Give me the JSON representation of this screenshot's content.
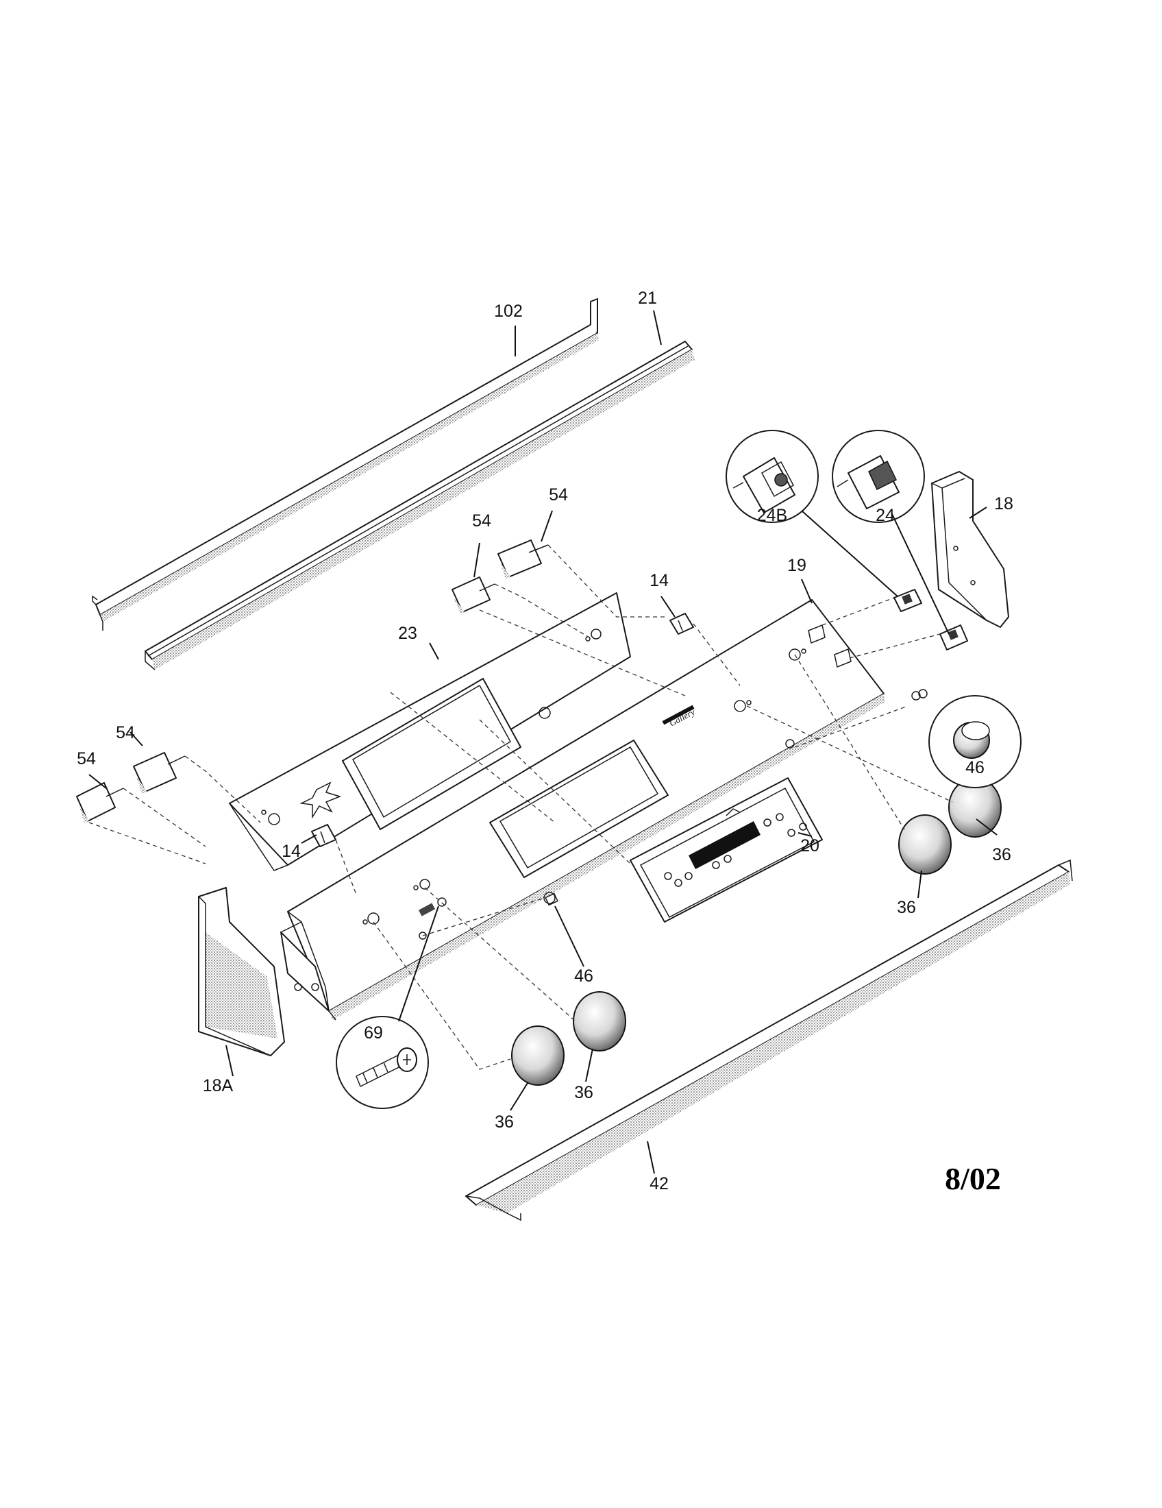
{
  "diagram": {
    "revision_date": "8/02",
    "brand_mark": "Gallery",
    "callouts": [
      {
        "id": "c-102",
        "text": "102"
      },
      {
        "id": "c-21",
        "text": "21"
      },
      {
        "id": "c-54a",
        "text": "54"
      },
      {
        "id": "c-54b",
        "text": "54"
      },
      {
        "id": "c-54c",
        "text": "54"
      },
      {
        "id": "c-54d",
        "text": "54"
      },
      {
        "id": "c-14a",
        "text": "14"
      },
      {
        "id": "c-14b",
        "text": "14"
      },
      {
        "id": "c-23",
        "text": "23"
      },
      {
        "id": "c-19",
        "text": "19"
      },
      {
        "id": "c-24B",
        "text": "24B"
      },
      {
        "id": "c-24",
        "text": "24"
      },
      {
        "id": "c-18",
        "text": "18"
      },
      {
        "id": "c-46a",
        "text": "46"
      },
      {
        "id": "c-46b",
        "text": "46"
      },
      {
        "id": "c-20",
        "text": "20"
      },
      {
        "id": "c-36a",
        "text": "36"
      },
      {
        "id": "c-36b",
        "text": "36"
      },
      {
        "id": "c-36c",
        "text": "36"
      },
      {
        "id": "c-36d",
        "text": "36"
      },
      {
        "id": "c-69",
        "text": "69"
      },
      {
        "id": "c-18A",
        "text": "18A"
      },
      {
        "id": "c-42",
        "text": "42"
      }
    ]
  }
}
